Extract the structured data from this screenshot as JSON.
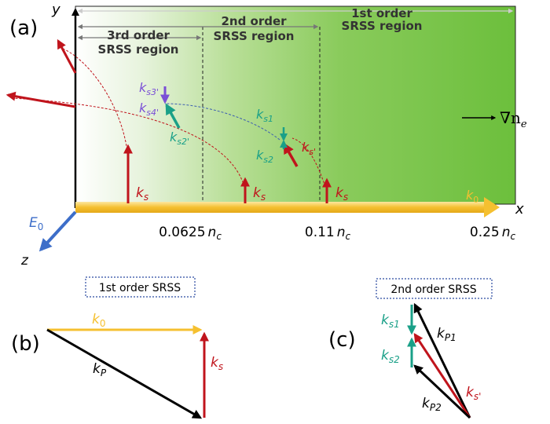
{
  "panel_a": {
    "label": "(a)",
    "axis_y": "y",
    "axis_x": "x",
    "axis_z": "z",
    "field_label": "E",
    "field_sub": "0",
    "regions": {
      "first": [
        "1st order",
        "SRSS region"
      ],
      "second": [
        "2nd order",
        "SRSS region"
      ],
      "third": [
        "3rd order",
        "SRSS region"
      ]
    },
    "density_ticks": [
      {
        "value": "0.0625",
        "unit": "n",
        "sub": "c"
      },
      {
        "value": "0.11",
        "unit": "n",
        "sub": "c"
      },
      {
        "value": "0.25",
        "unit": "n",
        "sub": "c"
      }
    ],
    "gradient": {
      "symbol": "∇n",
      "sub": "e"
    },
    "k0": {
      "base": "k",
      "sub": "0"
    },
    "ks": {
      "base": "k",
      "sub": "s"
    },
    "ks1": {
      "base": "k",
      "sub": "s1"
    },
    "ks2": {
      "base": "k",
      "sub": "s2"
    },
    "ks3": {
      "base": "k",
      "sub": "s3'"
    },
    "ks4": {
      "base": "k",
      "sub": "s4'"
    },
    "ks2p": {
      "base": "k",
      "sub": "s2'"
    },
    "ksp": {
      "base": "k",
      "sub": "s'"
    }
  },
  "panel_b": {
    "label": "(b)",
    "title": "1st order SRSS",
    "k0": {
      "base": "k",
      "sub": "0"
    },
    "kP": {
      "base": "k",
      "sub": "P"
    },
    "ks": {
      "base": "k",
      "sub": "s"
    }
  },
  "panel_c": {
    "label": "(c)",
    "title": "2nd  order SRSS",
    "ks1": {
      "base": "k",
      "sub": "s1"
    },
    "ks2": {
      "base": "k",
      "sub": "s2"
    },
    "kP1": {
      "base": "k",
      "sub": "P1"
    },
    "kP2": {
      "base": "k",
      "sub": "P2"
    },
    "ksp": {
      "base": "k",
      "sub": "s'"
    }
  },
  "colors": {
    "red": "#c0141c",
    "teal": "#1aa088",
    "purple": "#7a4fd6",
    "yellow": "#f5c030",
    "blue": "#3d6ec9",
    "green_dark": "#6cbf3c",
    "black": "#000000"
  }
}
